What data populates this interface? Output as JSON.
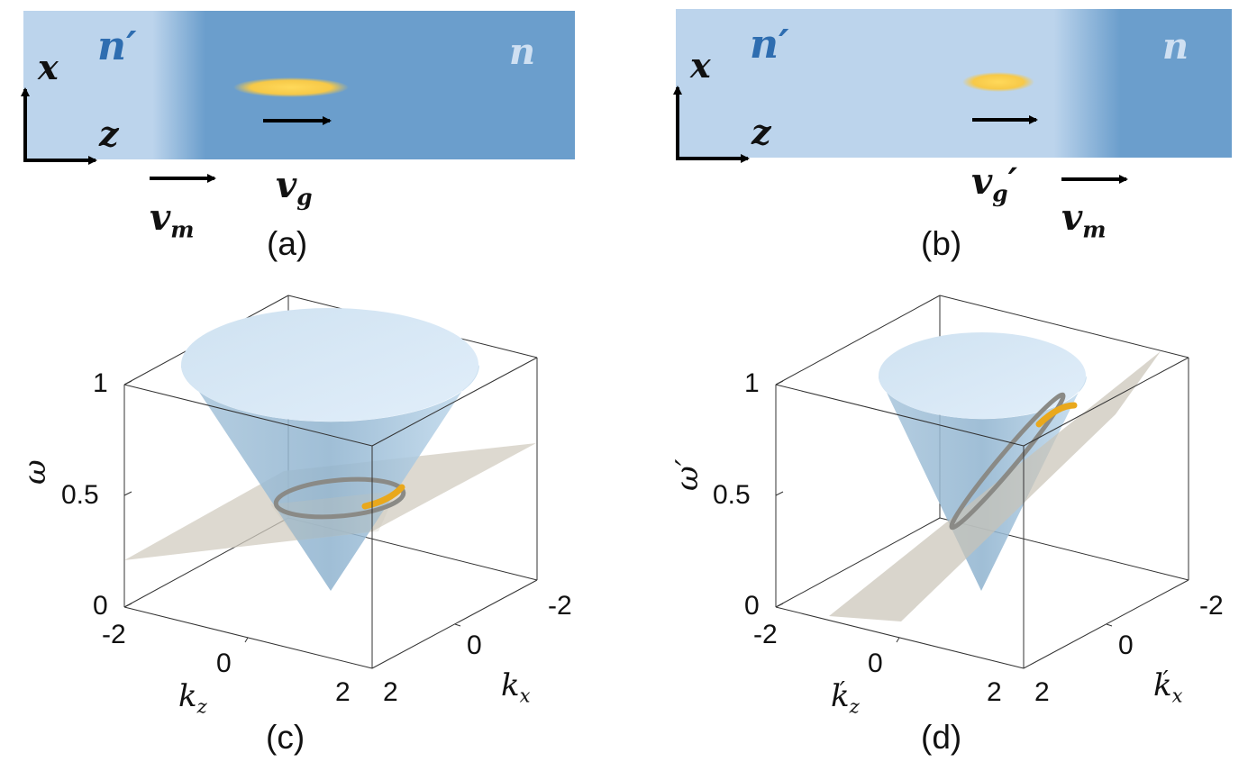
{
  "panel_a": {
    "label": "(a)",
    "medium_left": "n′",
    "medium_right": "n",
    "axis_x": "x",
    "axis_z": "z",
    "velocity_boundary": {
      "base": "v",
      "sub": "m"
    },
    "velocity_pulse": {
      "base": "v",
      "sub": "g"
    }
  },
  "panel_b": {
    "label": "(b)",
    "medium_left": "n′",
    "medium_right": "n",
    "axis_x": "x",
    "axis_z": "z",
    "velocity_pulse": {
      "base": "v",
      "sub": "g",
      "prime": "′"
    },
    "velocity_boundary": {
      "base": "v",
      "sub": "m"
    }
  },
  "panel_c": {
    "label": "(c)",
    "omega_label": "ω",
    "omega_ticks": [
      "1",
      "0.5",
      "0"
    ],
    "kz_label": {
      "base": "k",
      "sub": "z"
    },
    "kz_ticks": [
      "-2",
      "0",
      "2"
    ],
    "kx_label": {
      "base": "k",
      "sub": "x"
    },
    "kx_ticks": [
      "-2",
      "0",
      "2"
    ]
  },
  "panel_d": {
    "label": "(d)",
    "omega_label": "ω′",
    "omega_ticks": [
      "1",
      "0.5",
      "0"
    ],
    "kz_label": {
      "base": "k",
      "sub": "z",
      "prime": "′"
    },
    "kz_ticks": [
      "-2",
      "0",
      "2"
    ],
    "kx_label": {
      "base": "k",
      "sub": "x",
      "prime": "′"
    },
    "kx_ticks": [
      "-2",
      "0",
      "2"
    ]
  },
  "colors": {
    "light_medium": "#bcd4ec",
    "dark_medium": "#6b9ecc",
    "pulse": "#f7c948",
    "cone": "#9ec3de",
    "plane": "#d2ccc0",
    "trace": "#e9a81c"
  }
}
